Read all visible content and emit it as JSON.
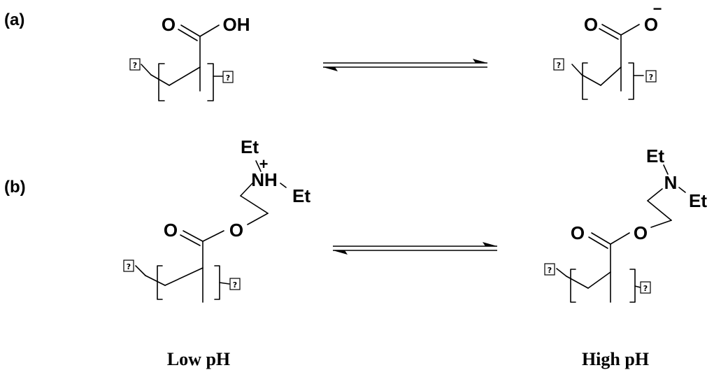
{
  "panels": {
    "a": {
      "label": "(a)"
    },
    "b": {
      "label": "(b)"
    }
  },
  "atoms": {
    "oxygen": "O",
    "hydroxyl": "OH",
    "nitrogen": "N",
    "ammonium": "NH",
    "ethyl": "Et",
    "unknown_end": "?"
  },
  "charges": {
    "negative": "−",
    "positive": "+"
  },
  "conditions": {
    "low": "Low pH",
    "high": "High pH"
  }
}
